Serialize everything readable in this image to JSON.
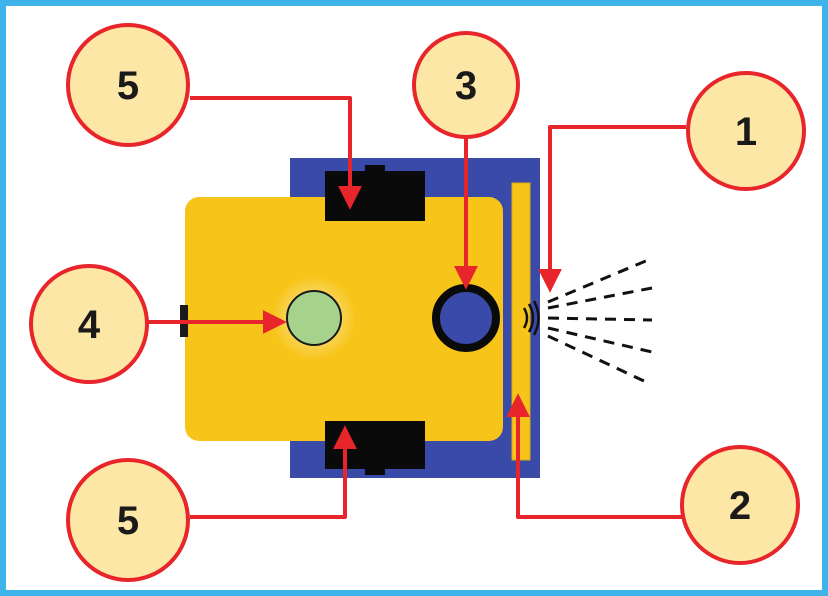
{
  "colors": {
    "frame": "#3fb4ea",
    "chassis": "#3a4aa8",
    "body": "#f7c51a",
    "wheel": "#0a0a0a",
    "led": "#a6d28c",
    "sensor": "#3a4aa8",
    "arrow": "#e8252a",
    "callout_fill": "#fde7a6",
    "callout_stroke": "#e8252a"
  },
  "callouts": [
    {
      "id": "callout-1",
      "label": "1"
    },
    {
      "id": "callout-2",
      "label": "2"
    },
    {
      "id": "callout-3",
      "label": "3"
    },
    {
      "id": "callout-4",
      "label": "4"
    },
    {
      "id": "callout-5-top",
      "label": "5"
    },
    {
      "id": "callout-5-bottom",
      "label": "5"
    }
  ]
}
